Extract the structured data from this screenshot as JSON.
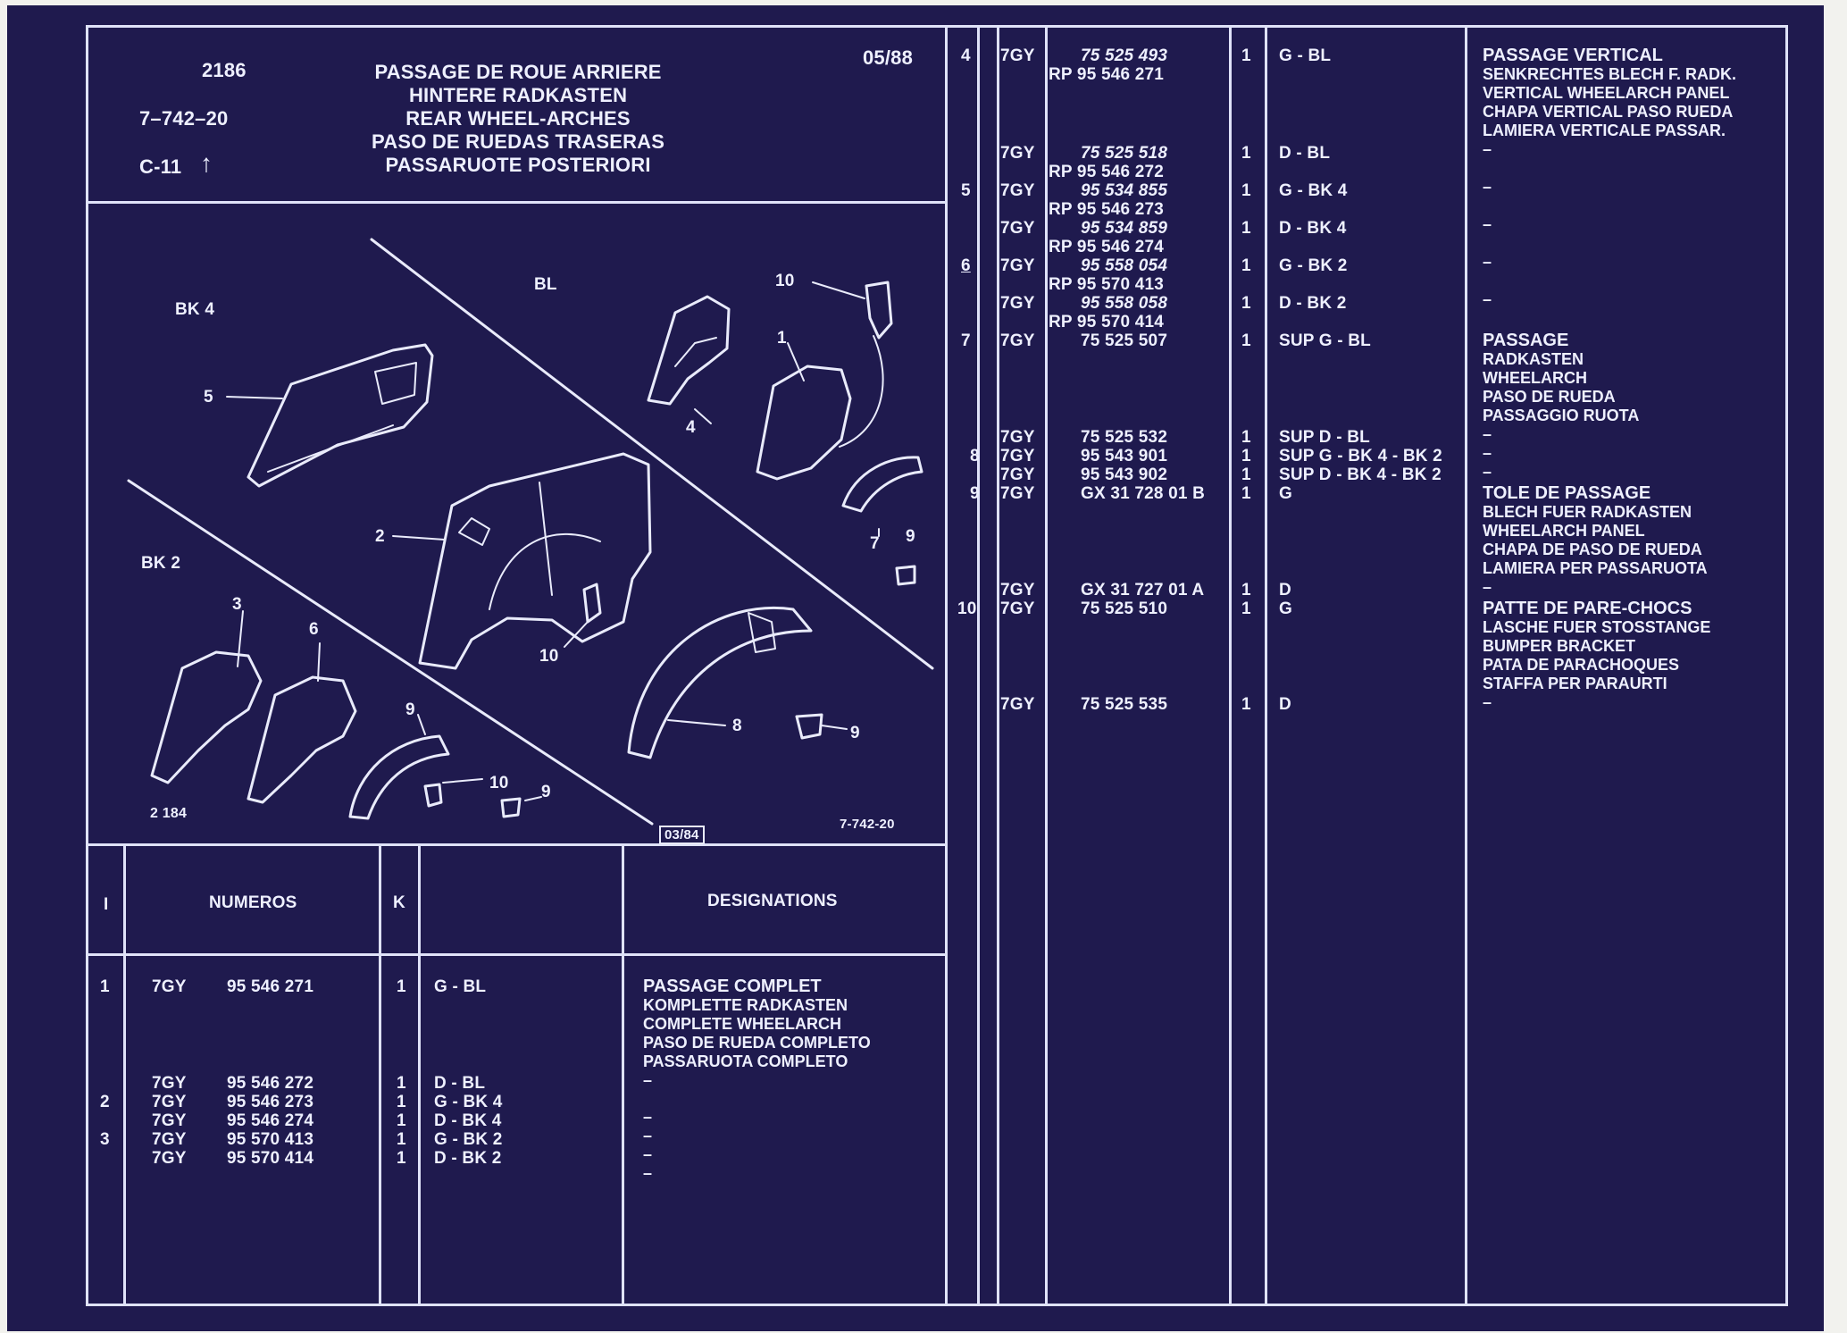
{
  "header": {
    "page_no": "2186",
    "ref": "7–742–20",
    "group": "C-11",
    "group_arrow": "↑",
    "date": "05/88",
    "title_lines": [
      "PASSAGE DE ROUE ARRIERE",
      "HINTERE RADKASTEN",
      "REAR WHEEL-ARCHES",
      "PASO DE RUEDAS TRASERAS",
      "PASSARUOTE POSTERIORI"
    ]
  },
  "diagram": {
    "zone_bk4": "BK 4",
    "zone_bl": "BL",
    "zone_bk2": "BK 2",
    "callouts": [
      "1",
      "2",
      "3",
      "4",
      "5",
      "6",
      "7",
      "8",
      "9",
      "9",
      "9",
      "10",
      "10",
      "10"
    ],
    "footer_left": "2 184",
    "footer_stamp": "03/84",
    "footer_right": "7-742-20"
  },
  "table_headers": {
    "i": "I",
    "numeros": "NUMEROS",
    "k": "K",
    "designations": "DESIGNATIONS"
  },
  "left_rows": [
    {
      "i": "1",
      "code": "7GY",
      "number": "95 546 271",
      "qty": "1",
      "pos": "G - BL"
    },
    {
      "i": "",
      "code": "7GY",
      "number": "95 546 272",
      "qty": "1",
      "pos": "D - BL"
    },
    {
      "i": "2",
      "code": "7GY",
      "number": "95 546 273",
      "qty": "1",
      "pos": "G - BK 4"
    },
    {
      "i": "",
      "code": "7GY",
      "number": "95 546 274",
      "qty": "1",
      "pos": "D - BK 4"
    },
    {
      "i": "3",
      "code": "7GY",
      "number": "95 570 413",
      "qty": "1",
      "pos": "G - BK 2"
    },
    {
      "i": "",
      "code": "7GY",
      "number": "95 570 414",
      "qty": "1",
      "pos": "D - BK 2"
    }
  ],
  "left_desc": {
    "title": "PASSAGE COMPLET",
    "lines": [
      "KOMPLETTE RADKASTEN",
      "COMPLETE WHEELARCH",
      "PASO DE RUEDA COMPLETO",
      "PASSARUOTA COMPLETO"
    ],
    "dashes": [
      "–",
      "–",
      "–",
      "–",
      "–"
    ]
  },
  "right_rows": [
    {
      "i": "4",
      "code": "7GY",
      "number": "75 525 493",
      "rp": "RP 95 546 271",
      "qty": "1",
      "pos": "G - BL"
    },
    {
      "i": "",
      "code": "7GY",
      "number": "75 525 518",
      "rp": "RP 95 546 272",
      "qty": "1",
      "pos": "D - BL"
    },
    {
      "i": "5",
      "code": "7GY",
      "number": "95 534 855",
      "rp": "RP 95 546 273",
      "qty": "1",
      "pos": "G - BK 4"
    },
    {
      "i": "",
      "code": "7GY",
      "number": "95 534 859",
      "rp": "RP 95 546 274",
      "qty": "1",
      "pos": "D - BK 4"
    },
    {
      "i": "6",
      "code": "7GY",
      "number": "95 558 054",
      "rp": "RP 95 570 413",
      "qty": "1",
      "pos": "G - BK 2"
    },
    {
      "i": "",
      "code": "7GY",
      "number": "95 558 058",
      "rp": "RP 95 570 414",
      "qty": "1",
      "pos": "D - BK 2"
    },
    {
      "i": "7",
      "code": "7GY",
      "number": "75 525 507",
      "rp": "",
      "qty": "1",
      "pos": "SUP G - BL"
    },
    {
      "i": "",
      "code": "7GY",
      "number": "75 525 532",
      "rp": "",
      "qty": "1",
      "pos": "SUP D - BL"
    },
    {
      "i": "8",
      "code": "7GY",
      "number": "95 543 901",
      "rp": "",
      "qty": "1",
      "pos": "SUP G - BK 4 - BK 2"
    },
    {
      "i": "",
      "code": "7GY",
      "number": "95 543 902",
      "rp": "",
      "qty": "1",
      "pos": "SUP D - BK 4 - BK 2"
    },
    {
      "i": "9",
      "code": "7GY",
      "number": "GX 31 728 01 B",
      "rp": "",
      "qty": "1",
      "pos": "G"
    },
    {
      "i": "",
      "code": "7GY",
      "number": "GX 31 727 01 A",
      "rp": "",
      "qty": "1",
      "pos": "D"
    },
    {
      "i": "10",
      "code": "7GY",
      "number": "75 525 510",
      "rp": "",
      "qty": "1",
      "pos": "G"
    },
    {
      "i": "",
      "code": "7GY",
      "number": "75 525 535",
      "rp": "",
      "qty": "1",
      "pos": "D"
    }
  ],
  "right_desc": [
    {
      "title": "PASSAGE VERTICAL",
      "lines": [
        "SENKRECHTES BLECH F. RADK.",
        "VERTICAL WHEELARCH PANEL",
        "CHAPA VERTICAL PASO RUEDA",
        "LAMIERA VERTICALE PASSAR."
      ],
      "dashes": [
        "–",
        "–",
        "–",
        "–",
        "–"
      ]
    },
    {
      "title": "PASSAGE",
      "lines": [
        "RADKASTEN",
        "WHEELARCH",
        "PASO DE RUEDA",
        "PASSAGGIO RUOTA"
      ],
      "dashes": [
        "–",
        "–",
        "–"
      ]
    },
    {
      "title": "TOLE DE PASSAGE",
      "lines": [
        "BLECH FUER RADKASTEN",
        "WHEELARCH PANEL",
        "CHAPA DE PASO DE RUEDA",
        "LAMIERA PER PASSARUOTA"
      ],
      "dashes": [
        "–"
      ]
    },
    {
      "title": "PATTE DE PARE-CHOCS",
      "lines": [
        "LASCHE FUER STOSSTANGE",
        "BUMPER BRACKET",
        "PATA DE PARACHOQUES",
        "STAFFA PER PARAURTI"
      ],
      "dashes": [
        "–"
      ]
    }
  ]
}
